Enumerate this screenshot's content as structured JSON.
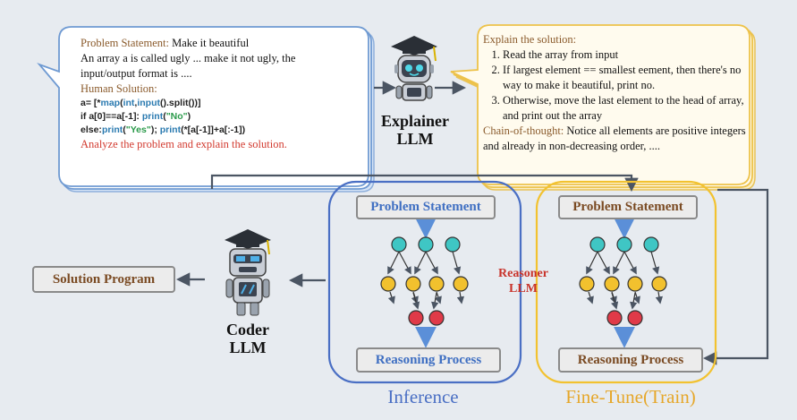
{
  "left_bubble": {
    "ps_label": "Problem Statement:",
    "ps_text": " Make it beautiful",
    "line2": "An array a is called ugly ... make it not ugly, the",
    "line3": "input/output format is ....",
    "hs_label": "Human Solution:",
    "code": [
      [
        {
          "t": "a= [*",
          "c": ""
        },
        {
          "t": "map",
          "c": "kw"
        },
        {
          "t": "(",
          "c": ""
        },
        {
          "t": "int",
          "c": "kw"
        },
        {
          "t": ",",
          "c": ""
        },
        {
          "t": "input",
          "c": "kw"
        },
        {
          "t": "().split())]",
          "c": ""
        }
      ],
      [
        {
          "t": "if a[0]==a[-1]: ",
          "c": ""
        },
        {
          "t": "print",
          "c": "kw"
        },
        {
          "t": "(",
          "c": ""
        },
        {
          "t": "\"No\"",
          "c": "str"
        },
        {
          "t": ")",
          "c": ""
        }
      ],
      [
        {
          "t": "else:",
          "c": ""
        },
        {
          "t": "print",
          "c": "kw"
        },
        {
          "t": "(",
          "c": ""
        },
        {
          "t": "\"Yes\"",
          "c": "str"
        },
        {
          "t": "); ",
          "c": ""
        },
        {
          "t": "print",
          "c": "kw"
        },
        {
          "t": "(*[a[-1]]+a[:-1])",
          "c": ""
        }
      ]
    ],
    "instruction": "Analyze the problem and explain the solution."
  },
  "right_bubble": {
    "title": "Explain the solution:",
    "steps": [
      "Read the array from input",
      "If largest element == smallest eement, then there's no way to make it beautiful, print no.",
      "Otherwise, move the last element to the head of array, and print out the array"
    ],
    "cot_label": "Chain-of-thought:",
    "cot_text": " Notice all elements are positive integers and already in non-decreasing order, ...."
  },
  "explainer": {
    "line1": "Explainer",
    "line2": "LLM"
  },
  "coder": {
    "line1": "Coder",
    "line2": "LLM"
  },
  "reasoner": {
    "line1": "Reasoner",
    "line2": "LLM"
  },
  "solution_program": "Solution Program",
  "inference": {
    "top": "Problem Statement",
    "bottom": "Reasoning Process",
    "caption": "Inference"
  },
  "finetune": {
    "top": "Problem Statement",
    "bottom": "Reasoning Process",
    "caption": "Fine-Tune(Train)"
  },
  "colors": {
    "background": "#e7ebf0",
    "inference_frame": "#4a6fc4",
    "finetune_frame": "#f2c230",
    "teal_node": "#3fc6c4",
    "yellow_node": "#f2c12e",
    "red_node": "#e03a48",
    "arrow_blue": "#5b8fd8",
    "reasoner_red": "#c8322a"
  }
}
